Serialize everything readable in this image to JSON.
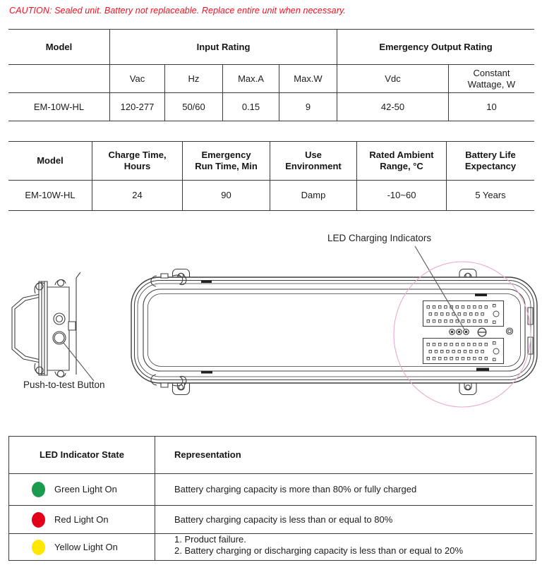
{
  "caution": {
    "text": "CAUTION: Sealed unit. Battery not replaceable. Replace entire unit when necessary.",
    "color": "#f2101f"
  },
  "ratings_table": {
    "header_model": "Model",
    "header_input": "Input Rating",
    "header_emergency": "Emergency Output Rating",
    "subheaders": [
      "",
      "Vac",
      "Hz",
      "Max.A",
      "Max.W",
      "Vdc",
      "Constant Wattage, W"
    ],
    "row": [
      "EM-10W-HL",
      "120-277",
      "50/60",
      "0.15",
      "9",
      "42-50",
      "10"
    ]
  },
  "spec_table": {
    "headers": [
      "Model",
      "Charge Time, Hours",
      "Emergency Run Time, Min",
      "Use Environment",
      "Rated Ambient Range, °C",
      "Battery Life Expectancy"
    ],
    "row": [
      "EM-10W-HL",
      "24",
      "90",
      "Damp",
      "-10~60",
      "5 Years"
    ]
  },
  "diagram": {
    "label_led_indicators": "LED Charging Indicators",
    "label_push_button": "Push-to-test Button",
    "highlight_color": "#e9aacd"
  },
  "led_table": {
    "header_state": "LED Indicator State",
    "header_representation": "Representation",
    "rows": [
      {
        "state": "Green Light On",
        "color": "#1a9b4e",
        "text": "Battery charging capacity is more than 80% or fully charged"
      },
      {
        "state": "Red Light On",
        "color": "#e3001b",
        "text": "Battery charging capacity is less than or equal to 80%"
      },
      {
        "state": "Yellow Light On",
        "color": "#ffe800",
        "line1": "1. Product failure.",
        "line2": "2. Battery charging or discharging capacity is less than or equal to 20%"
      }
    ]
  }
}
